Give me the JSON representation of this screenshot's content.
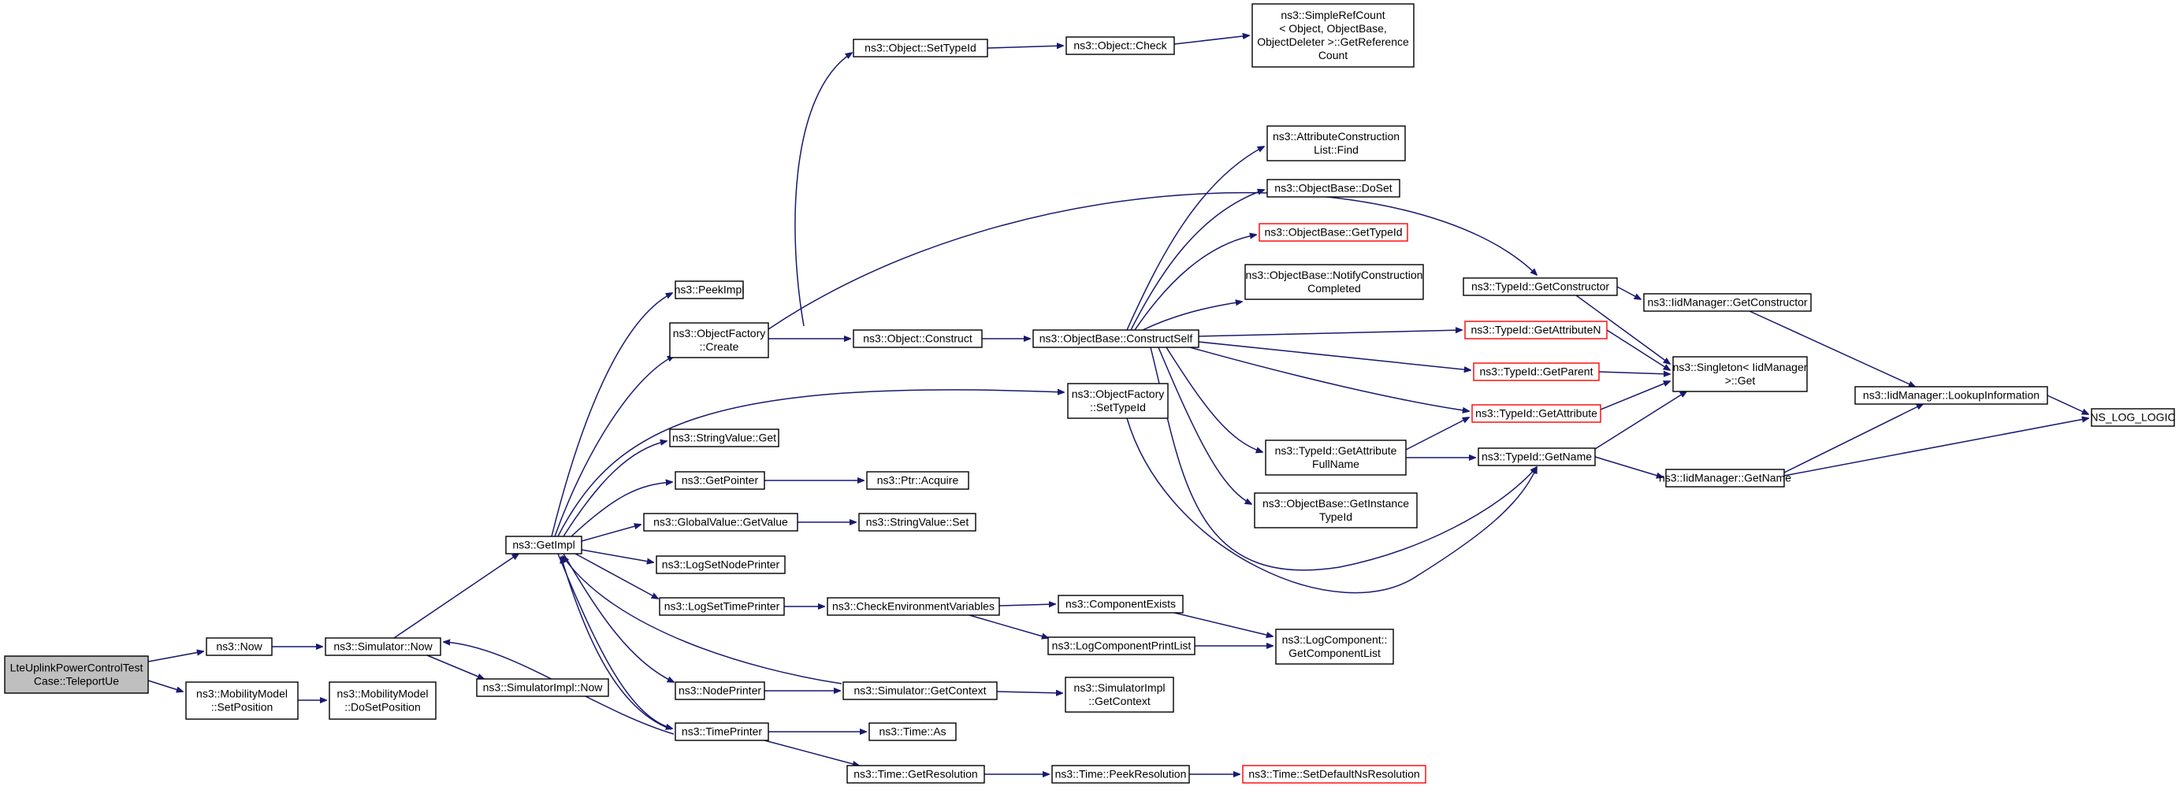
{
  "colors": {
    "edge": "#191970",
    "node_border": "#000000",
    "red_border": "#ff0000",
    "root_fill": "#bfbfbf"
  },
  "nodes": [
    {
      "id": "root",
      "lines": [
        "LteUplinkPowerControlTest",
        "Case::TeleportUe"
      ],
      "style": "root"
    },
    {
      "id": "now",
      "lines": [
        "ns3::Now"
      ]
    },
    {
      "id": "mmset",
      "lines": [
        "ns3::MobilityModel",
        "::SetPosition"
      ]
    },
    {
      "id": "simnow",
      "lines": [
        "ns3::Simulator::Now"
      ]
    },
    {
      "id": "mmdoset",
      "lines": [
        "ns3::MobilityModel",
        "::DoSetPosition"
      ]
    },
    {
      "id": "simimplnow",
      "lines": [
        "ns3::SimulatorImpl::Now"
      ]
    },
    {
      "id": "getimpl",
      "lines": [
        "ns3::GetImpl"
      ]
    },
    {
      "id": "peekimpl",
      "lines": [
        "ns3::PeekImpl"
      ]
    },
    {
      "id": "ofcreate",
      "lines": [
        "ns3::ObjectFactory",
        "::Create"
      ]
    },
    {
      "id": "strget",
      "lines": [
        "ns3::StringValue::Get"
      ]
    },
    {
      "id": "getpointer",
      "lines": [
        "ns3::GetPointer"
      ]
    },
    {
      "id": "gvgetvalue",
      "lines": [
        "ns3::GlobalValue::GetValue"
      ]
    },
    {
      "id": "lognode",
      "lines": [
        "ns3::LogSetNodePrinter"
      ]
    },
    {
      "id": "logtime",
      "lines": [
        "ns3::LogSetTimePrinter"
      ]
    },
    {
      "id": "nodeprinter",
      "lines": [
        "ns3::NodePrinter"
      ]
    },
    {
      "id": "timeprinter",
      "lines": [
        "ns3::TimePrinter"
      ]
    },
    {
      "id": "objsettid",
      "lines": [
        "ns3::Object::SetTypeId"
      ]
    },
    {
      "id": "objconstruct",
      "lines": [
        "ns3::Object::Construct"
      ]
    },
    {
      "id": "ptracquire",
      "lines": [
        "ns3::Ptr::Acquire"
      ]
    },
    {
      "id": "strset",
      "lines": [
        "ns3::StringValue::Set"
      ]
    },
    {
      "id": "checkenv",
      "lines": [
        "ns3::CheckEnvironmentVariables"
      ]
    },
    {
      "id": "simgetctx",
      "lines": [
        "ns3::Simulator::GetContext"
      ]
    },
    {
      "id": "timeas",
      "lines": [
        "ns3::Time::As"
      ]
    },
    {
      "id": "timegetres",
      "lines": [
        "ns3::Time::GetResolution"
      ]
    },
    {
      "id": "objcheck",
      "lines": [
        "ns3::Object::Check"
      ]
    },
    {
      "id": "obconstructself",
      "lines": [
        "ns3::ObjectBase::ConstructSelf"
      ]
    },
    {
      "id": "ofsettid",
      "lines": [
        "ns3::ObjectFactory",
        "::SetTypeId"
      ]
    },
    {
      "id": "compexists",
      "lines": [
        "ns3::ComponentExists"
      ]
    },
    {
      "id": "logcomplist",
      "lines": [
        "ns3::LogComponentPrintList"
      ]
    },
    {
      "id": "simimplctx",
      "lines": [
        "ns3::SimulatorImpl",
        "::GetContext"
      ]
    },
    {
      "id": "timepeekres",
      "lines": [
        "ns3::Time::PeekResolution"
      ]
    },
    {
      "id": "srcget",
      "lines": [
        "ns3::SimpleRefCount",
        "< Object, ObjectBase,",
        "ObjectDeleter >::GetReference",
        "Count"
      ]
    },
    {
      "id": "acfind",
      "lines": [
        "ns3::AttributeConstruction",
        "List::Find"
      ]
    },
    {
      "id": "obdoset",
      "lines": [
        "ns3::ObjectBase::DoSet"
      ]
    },
    {
      "id": "obgettid",
      "lines": [
        "ns3::ObjectBase::GetTypeId"
      ],
      "style": "red"
    },
    {
      "id": "obnotify",
      "lines": [
        "ns3::ObjectBase::NotifyConstruction",
        "Completed"
      ]
    },
    {
      "id": "tidgetattrfull",
      "lines": [
        "ns3::TypeId::GetAttribute",
        "FullName"
      ]
    },
    {
      "id": "obgetinst",
      "lines": [
        "ns3::ObjectBase::GetInstance",
        "TypeId"
      ]
    },
    {
      "id": "lcgetlist",
      "lines": [
        "ns3::LogComponent::",
        "GetComponentList"
      ]
    },
    {
      "id": "timesetdef",
      "lines": [
        "ns3::Time::SetDefaultNsResolution"
      ],
      "style": "red"
    },
    {
      "id": "tidgetctor",
      "lines": [
        "ns3::TypeId::GetConstructor"
      ]
    },
    {
      "id": "tidgetattrn",
      "lines": [
        "ns3::TypeId::GetAttributeN"
      ],
      "style": "red"
    },
    {
      "id": "tidgetparent",
      "lines": [
        "ns3::TypeId::GetParent"
      ],
      "style": "red"
    },
    {
      "id": "tidgetattr",
      "lines": [
        "ns3::TypeId::GetAttribute"
      ],
      "style": "red"
    },
    {
      "id": "tidgetname",
      "lines": [
        "ns3::TypeId::GetName"
      ]
    },
    {
      "id": "iidgetctor",
      "lines": [
        "ns3::IidManager::GetConstructor"
      ]
    },
    {
      "id": "singleton",
      "lines": [
        "ns3::Singleton< IidManager",
        ">::Get"
      ]
    },
    {
      "id": "iidgetname",
      "lines": [
        "ns3::IidManager::GetName"
      ]
    },
    {
      "id": "iidlookup",
      "lines": [
        "ns3::IidManager::LookupInformation"
      ]
    },
    {
      "id": "nslog",
      "lines": [
        "NS_LOG_LOGIC"
      ]
    }
  ]
}
